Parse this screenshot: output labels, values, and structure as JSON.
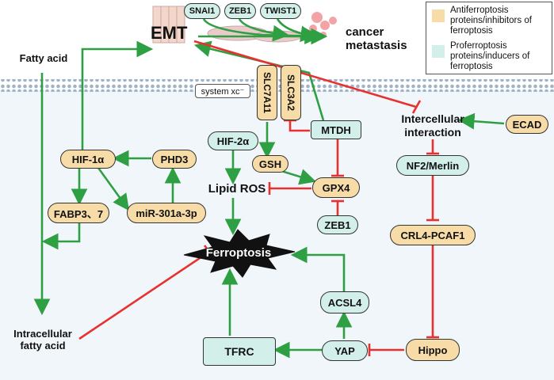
{
  "nodes": {
    "emt": "EMT",
    "snai1": "SNAI1",
    "zeb1_top": "ZEB1",
    "twist1": "TWIST1",
    "cancer_metastasis": "cancer\nmetastasis",
    "fatty_acid": "Fatty acid",
    "system_xc": "system xc⁻",
    "slc7a11": "SLC7A11",
    "slc3a2": "SLC3A2",
    "hif2a": "HIF-2α",
    "gsh": "GSH",
    "mtdh": "MTDH",
    "gpx4": "GPX4",
    "zeb1_bottom": "ZEB1",
    "lipid_ros": "Lipid ROS",
    "hif1a": "HIF-1α",
    "phd3": "PHD3",
    "fabp": "FABP3、7",
    "mir301": "miR-301a-3p",
    "ferroptosis": "Ferroptosis",
    "intercellular": "Intercellular\ninteraction",
    "ecad": "ECAD",
    "nf2": "NF2/Merlin",
    "crl4": "CRL4-PCAF1",
    "hippo": "Hippo",
    "yap": "YAP",
    "acsl4": "ACSL4",
    "tfrc": "TFRC",
    "intracellular_fa": "Intracellular\nfatty acid"
  },
  "legend": {
    "anti": "Antiferroptosis proteins/inhibitors of ferroptosis",
    "pro": "Proferroptosis proteins/inducers of ferroptosis",
    "anti_color": "#f8dca8",
    "pro_color": "#d3efea"
  },
  "colors": {
    "activate": "#2ea043",
    "inhibit": "#e8312f",
    "membrane": "#9fb4c9"
  }
}
